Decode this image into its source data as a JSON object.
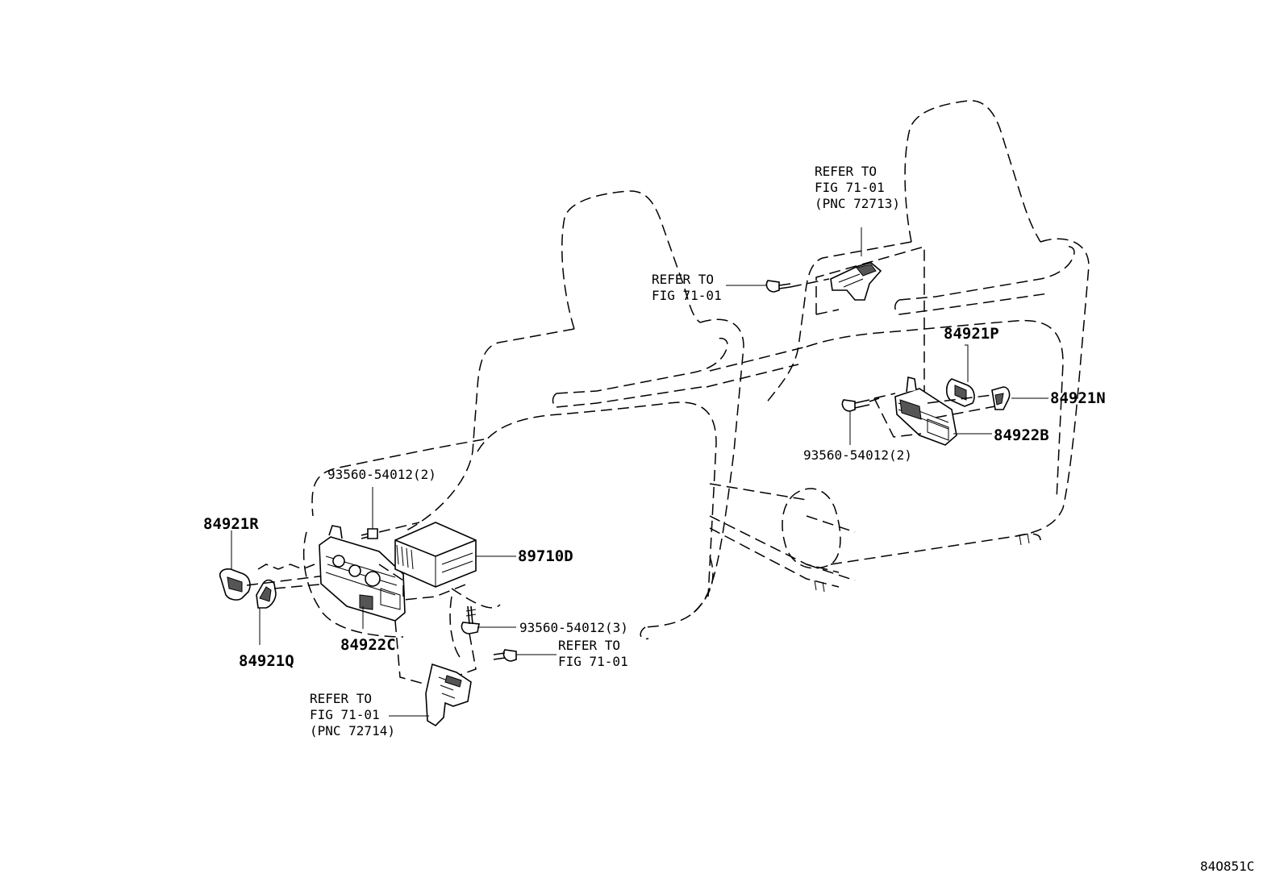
{
  "labels": {
    "p84921R": "84921R",
    "p84921Q": "84921Q",
    "p84922C": "84922C",
    "p89710D": "89710D",
    "p84921P": "84921P",
    "p84921N": "84921N",
    "p84922B": "84922B",
    "bolt_left_top": "93560-54012(2)",
    "bolt_left_mid": "93560-54012(3)",
    "bolt_right": "93560-54012(2)",
    "refer_to": "REFER TO",
    "fig": "FIG 71-01",
    "pnc_72713": "(PNC 72713)",
    "pnc_72714": "(PNC 72714)"
  },
  "diagram_code": "84O851C"
}
